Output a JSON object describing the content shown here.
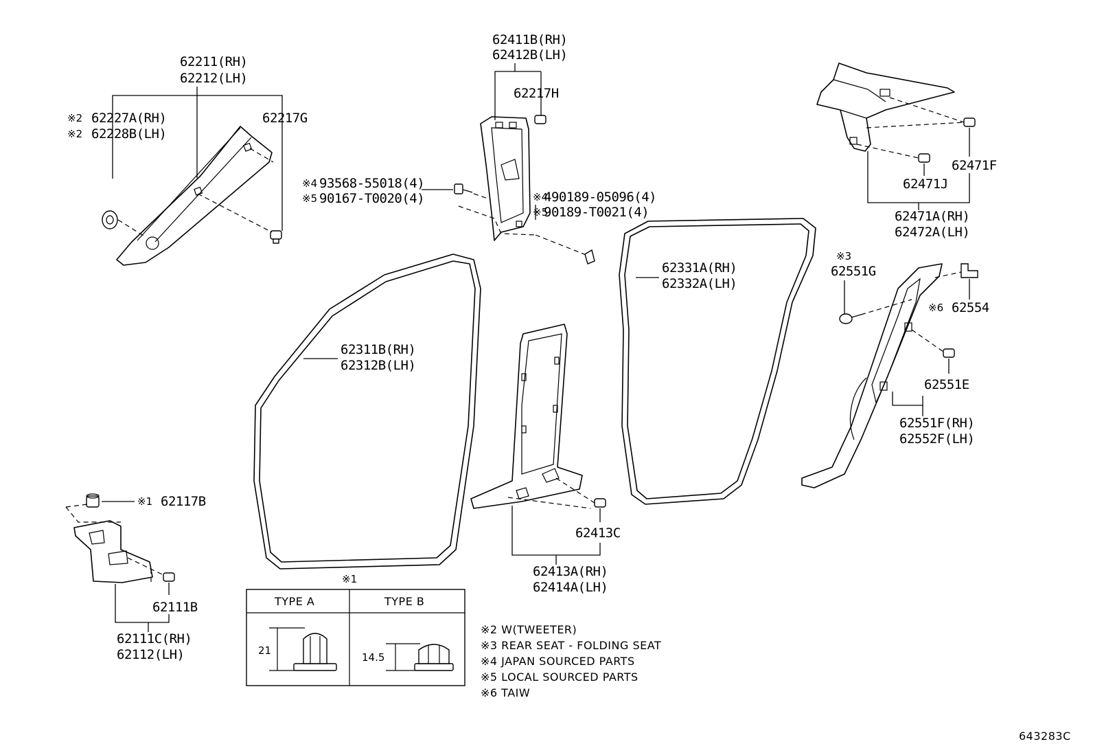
{
  "callouts": {
    "a_pillar": [
      "62211(RH)",
      "62212(LH)"
    ],
    "a_pillar_clip": "62217G",
    "tweeter_cover_mark": "※2",
    "tweeter_cover": [
      "62227A(RH)",
      "62228B(LH)"
    ],
    "b_pillar_upper": [
      "62411B(RH)",
      "62412B(LH)"
    ],
    "b_pillar_clip": "62217H",
    "bolt_mark_1": "※4",
    "bolt_mark_2": "※5",
    "bolt": [
      "93568-55018(4)",
      "90167-T0020(4)"
    ],
    "nut": [
      "490189-05096(4)",
      "90189-T0021(4)"
    ],
    "rear_upper_trim": [
      "62471A(RH)",
      "62472A(LH)"
    ],
    "rear_upper_clip_f": "62471F",
    "rear_upper_clip_j": "62471J",
    "front_weatherstrip": [
      "62311B(RH)",
      "62312B(LH)"
    ],
    "rear_weatherstrip": [
      "62331A(RH)",
      "62332A(LH)"
    ],
    "seat_mark": "※3",
    "seat_trim_pin": "62551G",
    "taiw_mark": "※6",
    "seat_trim_clip_plate": "62554",
    "seat_trim_clip": "62551E",
    "seat_trim": [
      "62551F(RH)",
      "62552F(LH)"
    ],
    "b_pillar_lower": [
      "62413A(RH)",
      "62414A(LH)"
    ],
    "b_pillar_lower_clip": "62413C",
    "cowl_nut_mark": "※1",
    "cowl_nut": "62117B",
    "cowl_clip": "62111B",
    "cowl_trim": [
      "62111C(RH)",
      "62112(LH)"
    ]
  },
  "type_table": {
    "mark": "※1",
    "headers": [
      "TYPE A",
      "TYPE B"
    ],
    "dims": [
      "21",
      "14.5"
    ]
  },
  "notes": [
    "※2 W(TWEETER)",
    "※3 REAR SEAT - FOLDING SEAT",
    "※4 JAPAN SOURCED PARTS",
    "※5 LOCAL SOURCED PARTS",
    "※6 TAIW"
  ],
  "diagram_id": "643283C"
}
